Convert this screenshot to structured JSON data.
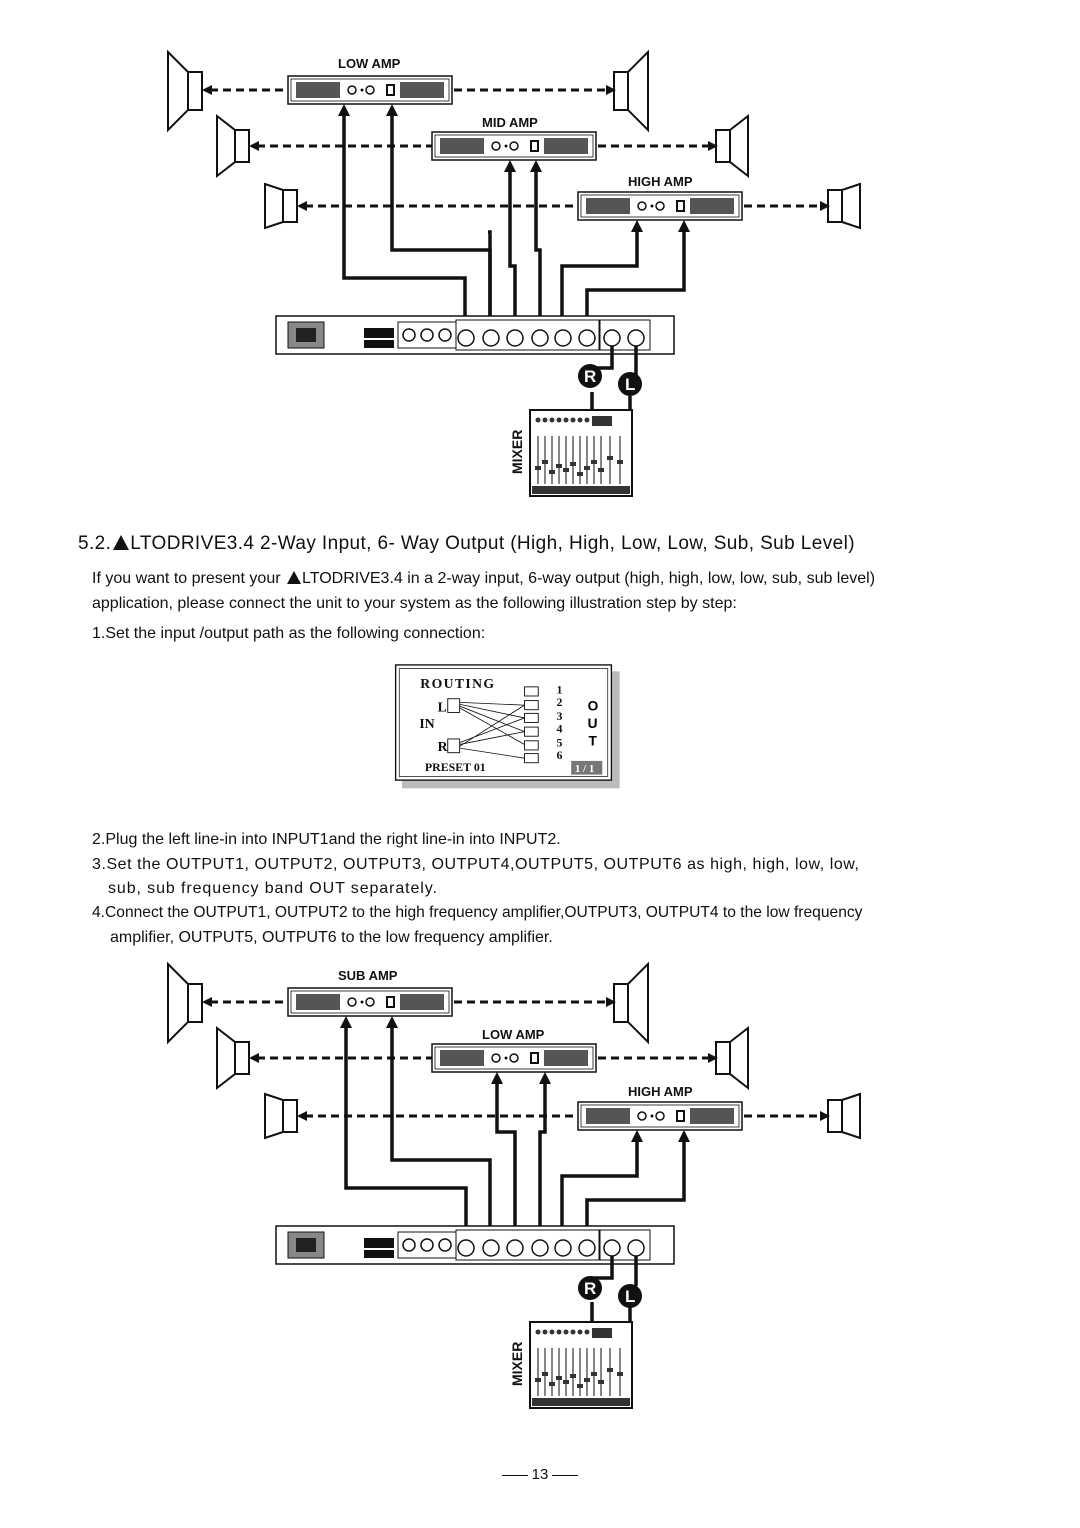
{
  "diagram_top": {
    "amps": [
      {
        "label": "LOW AMP"
      },
      {
        "label": "MID  AMP"
      },
      {
        "label": "HIGH AMP"
      }
    ],
    "mixer_label": "MIXER",
    "right_channel": "R",
    "left_channel": "L"
  },
  "section": {
    "number": "5.2.",
    "heading": "LTODRIVE3.4 2-Way Input, 6- Way Output (High, High, Low, Low, Sub, Sub Level)",
    "intro_line1_pre": "If you want to present your ",
    "intro_line1_post": "LTODRIVE3.4 in a 2-way input, 6-way output (high, high, low, low,  sub, sub level)",
    "intro_line2": "application, please connect the unit to your system as the following illustration step by step:",
    "step1": "1.Set the input /output path as the following connection:",
    "step2": "2.Plug the left line-in into INPUT1and the right line-in into INPUT2.",
    "step3_line1": "3.Set the OUTPUT1, OUTPUT2, OUTPUT3, OUTPUT4,OUTPUT5, OUTPUT6 as high, high, low, low,",
    "step3_line2": "sub, sub frequency band OUT separately.",
    "step4_line1": "4.Connect the OUTPUT1, OUTPUT2 to the high frequency amplifier,OUTPUT3, OUTPUT4 to the low frequency",
    "step4_line2": "amplifier, OUTPUT5, OUTPUT6 to the low frequency amplifier."
  },
  "routing_screen": {
    "title": "ROUTING",
    "input_group": "IN",
    "input_left": "L",
    "input_right": "R",
    "outputs": [
      "1",
      "2",
      "3",
      "4",
      "5",
      "6"
    ],
    "out_letters": [
      "O",
      "U",
      "T"
    ],
    "preset": "PRESET 01",
    "page": "1 / 1"
  },
  "diagram_bottom": {
    "amps": [
      {
        "label": "SUB AMP"
      },
      {
        "label": "LOW  AMP"
      },
      {
        "label": "HIGH AMP"
      }
    ],
    "mixer_label": "MIXER",
    "right_channel": "R",
    "left_channel": "L"
  },
  "page_number": "13"
}
